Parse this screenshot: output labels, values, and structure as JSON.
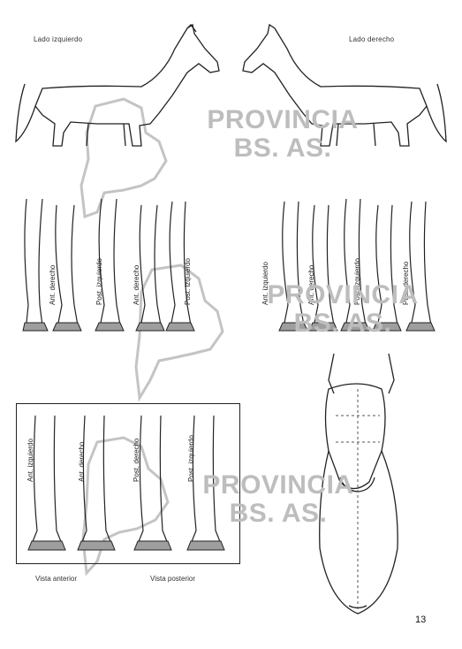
{
  "header": {
    "left_tag": "Lado izquierdo",
    "right_tag": "Lado derecho"
  },
  "watermark": {
    "line1": "PROVINCIA",
    "line2": "BS. AS."
  },
  "legs_left": [
    "Ant. derecho",
    "Post. izquierdo",
    "Ant. derecho",
    "Post. izquierdo"
  ],
  "legs_right": [
    "Ant. izquierdo",
    "Ant. derecho",
    "Post. izquierdo",
    "Post. derecho"
  ],
  "box": {
    "labels": [
      "Ant. izquierdo",
      "Ant. derecho",
      "Post. derecho",
      "Post. izquierdo"
    ],
    "caption_left": "Vista anterior",
    "caption_right": "Vista posterior"
  },
  "page_number": "13"
}
